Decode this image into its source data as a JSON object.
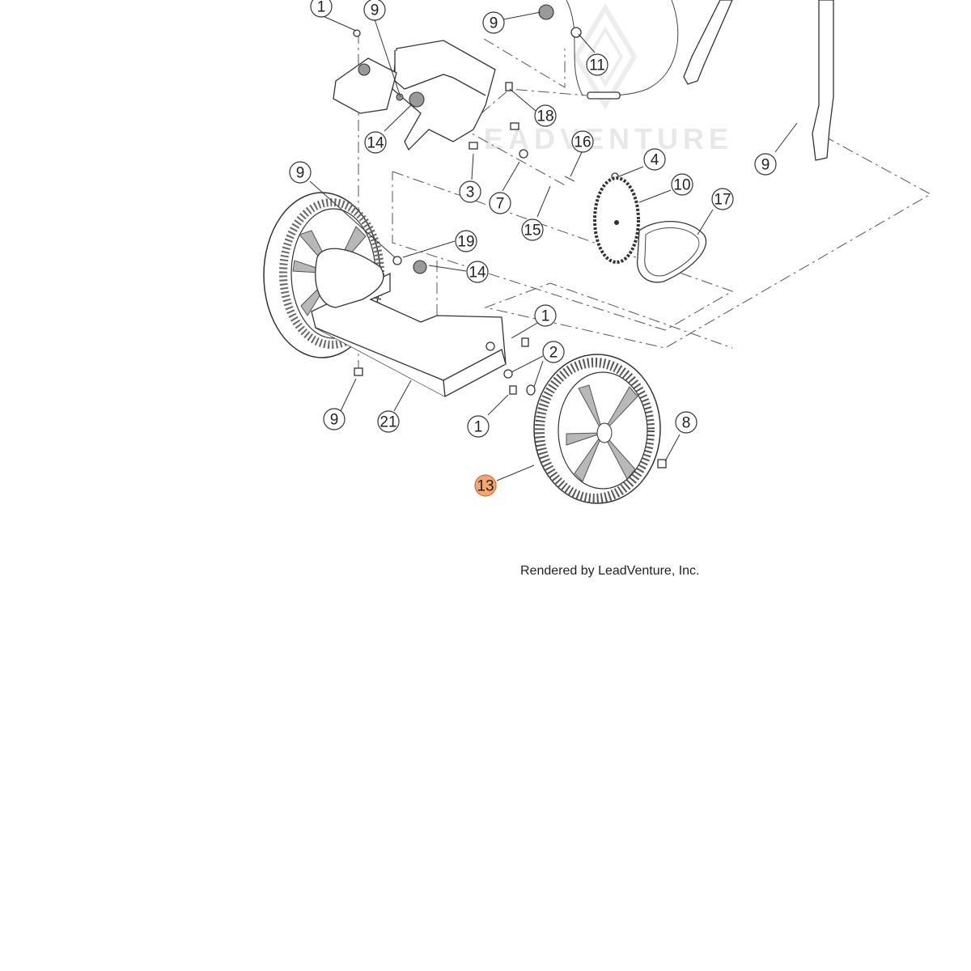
{
  "watermark": {
    "text": "EADVENTURE"
  },
  "credit": "Rendered by LeadVenture, Inc.",
  "colors": {
    "highlight_fill": "#f4a672",
    "highlight_stroke": "#c9733c",
    "line": "#333333"
  },
  "callouts": [
    {
      "label": "1",
      "highlighted": false
    },
    {
      "label": "9",
      "highlighted": false
    },
    {
      "label": "9",
      "highlighted": false
    },
    {
      "label": "11",
      "highlighted": false
    },
    {
      "label": "18",
      "highlighted": false
    },
    {
      "label": "14",
      "highlighted": false
    },
    {
      "label": "16",
      "highlighted": false
    },
    {
      "label": "4",
      "highlighted": false
    },
    {
      "label": "9",
      "highlighted": false
    },
    {
      "label": "9",
      "highlighted": false
    },
    {
      "label": "3",
      "highlighted": false
    },
    {
      "label": "7",
      "highlighted": false
    },
    {
      "label": "10",
      "highlighted": false
    },
    {
      "label": "17",
      "highlighted": false
    },
    {
      "label": "15",
      "highlighted": false
    },
    {
      "label": "19",
      "highlighted": false
    },
    {
      "label": "14",
      "highlighted": false
    },
    {
      "label": "1",
      "highlighted": false
    },
    {
      "label": "2",
      "highlighted": false
    },
    {
      "label": "9",
      "highlighted": false
    },
    {
      "label": "21",
      "highlighted": false
    },
    {
      "label": "1",
      "highlighted": false
    },
    {
      "label": "8",
      "highlighted": false
    },
    {
      "label": "13",
      "highlighted": true
    }
  ]
}
